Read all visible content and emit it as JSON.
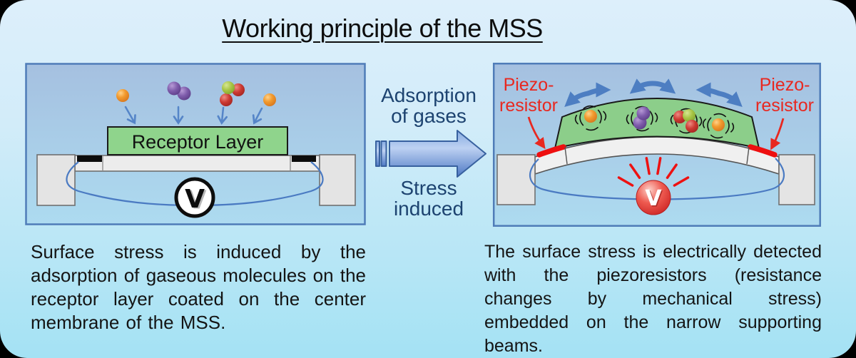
{
  "title": "Working principle of the MSS",
  "transition": {
    "top_label": "Adsorption of gases",
    "bottom_label": "Stress induced",
    "arrow_icon": "striped-right-arrow"
  },
  "left_panel": {
    "receptor_label": "Receptor Layer",
    "voltmeter_label": "V",
    "caption": "Surface stress is induced by the adsorption of gaseous molecules on the receptor layer coated on the center membrane of the MSS."
  },
  "right_panel": {
    "piezo_left": {
      "line1": "Piezo-",
      "line2": "resistor"
    },
    "piezo_right": {
      "line1": "Piezo-",
      "line2": "resistor"
    },
    "voltmeter_label": "V",
    "caption": "The surface stress is electrically detected with the piezoresistors (resistance changes by mechanical stress) embedded on the narrow supporting beams."
  },
  "colors": {
    "background_top": "#ddeffb",
    "background_bottom": "#a4e2f4",
    "panel_fill_top": "#a5c0e0",
    "panel_fill_bottom": "#addbf0",
    "panel_border": "#4f7cb8",
    "receptor_green": "#8fd48c",
    "membrane_gray": "#efefef",
    "support_gray": "#e4e4e4",
    "wire_blue": "#4a7ac2",
    "arrow_blue": "#4d7ec2",
    "transition_text_navy": "#1d4370",
    "piezo_red": "#ee1111",
    "molecule_orange": "#f29a2e",
    "molecule_purple": "#7e5cab",
    "molecule_red": "#cc3a32",
    "molecule_green": "#a8c545"
  }
}
